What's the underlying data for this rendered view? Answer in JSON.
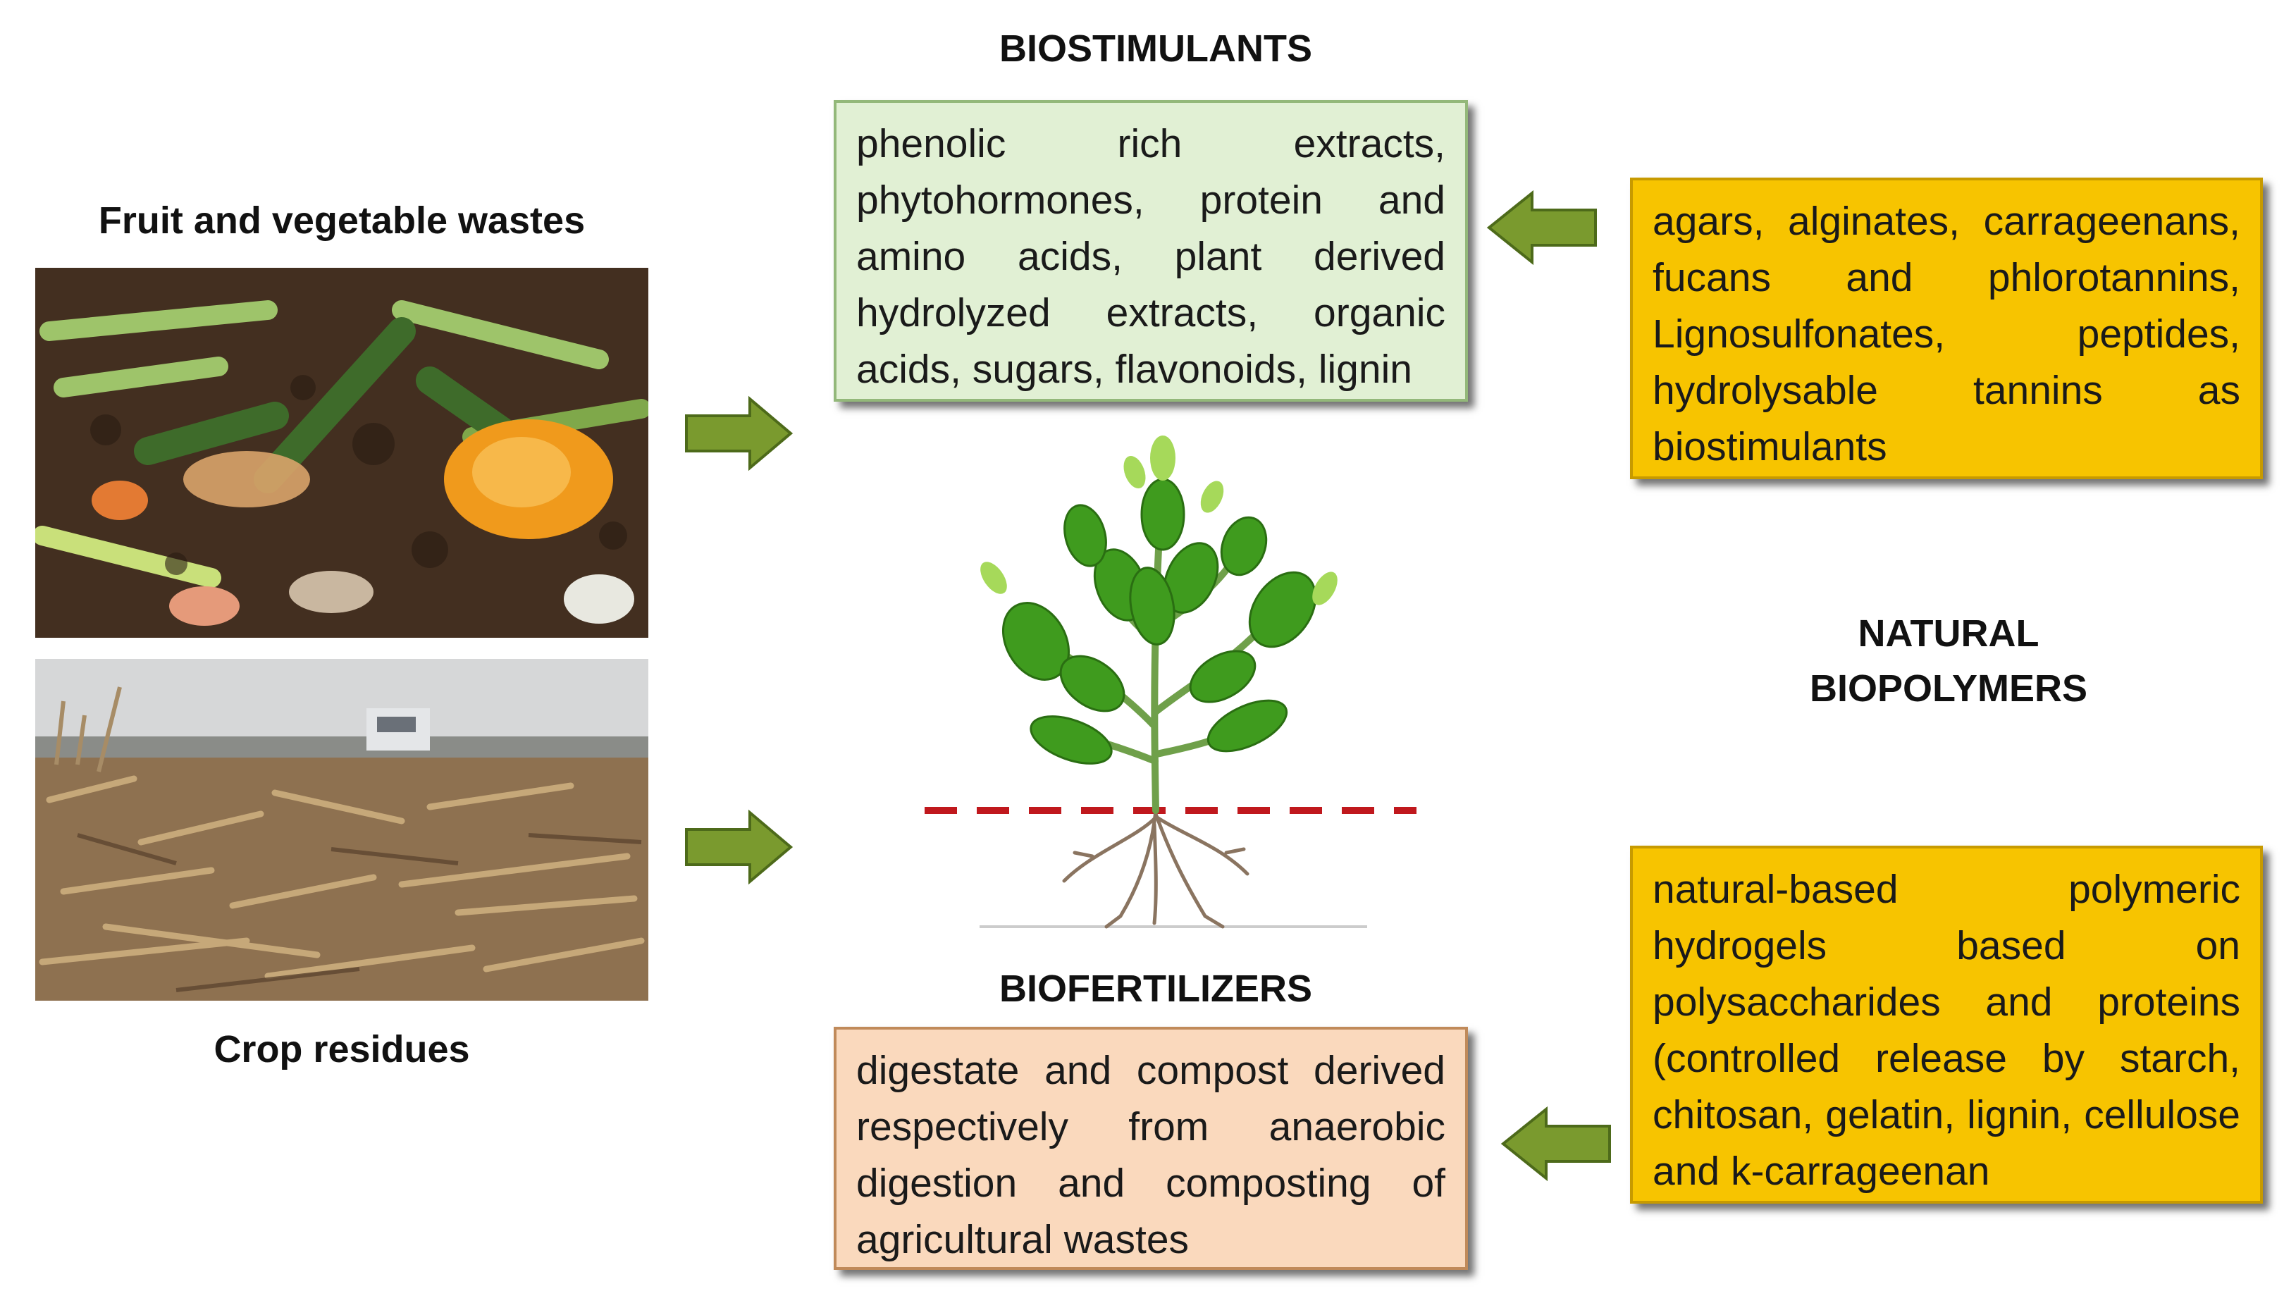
{
  "headings": {
    "biostimulants": "BIOSTIMULANTS",
    "biofertilizers": "BIOFERTILIZERS",
    "natural_biopolymers_line1": "NATURAL",
    "natural_biopolymers_line2": "BIOPOLYMERS"
  },
  "sources": {
    "fruit_veg_label": "Fruit and vegetable wastes",
    "crop_label": "Crop residues"
  },
  "boxes": {
    "biostimulants_text": "phenolic rich extracts, phytohormones, protein and amino acids, plant derived hydrolyzed extracts, organic acids, sugars, flavonoids, lignin",
    "biofertilizers_text": "digestate and compost derived respectively from anaerobic digestion and composting of agricultural wastes",
    "biopolymer_biostimulants_text": "agars, alginates, carrageenans, fucans and phlorotannins, Lignosulfonates, peptides, hydrolysable tannins as biostimulants",
    "biopolymer_hydrogels_text": "natural-based polymeric hydrogels based on polysaccharides and proteins (controlled release by starch, chitosan, gelatin, lignin, cellulose and k-carrageenan"
  },
  "colors": {
    "arrow_fill": "#7a9a2e",
    "arrow_stroke": "#4d6a1a",
    "soil_line": "#c0181d",
    "biostimulants_box": "#e1f0d4",
    "biofertilizers_box": "#fad9bd",
    "biopolymers_box": "#f7c400"
  },
  "icons": {
    "plant": "plant-icon",
    "arrow": "right-arrow-icon"
  }
}
